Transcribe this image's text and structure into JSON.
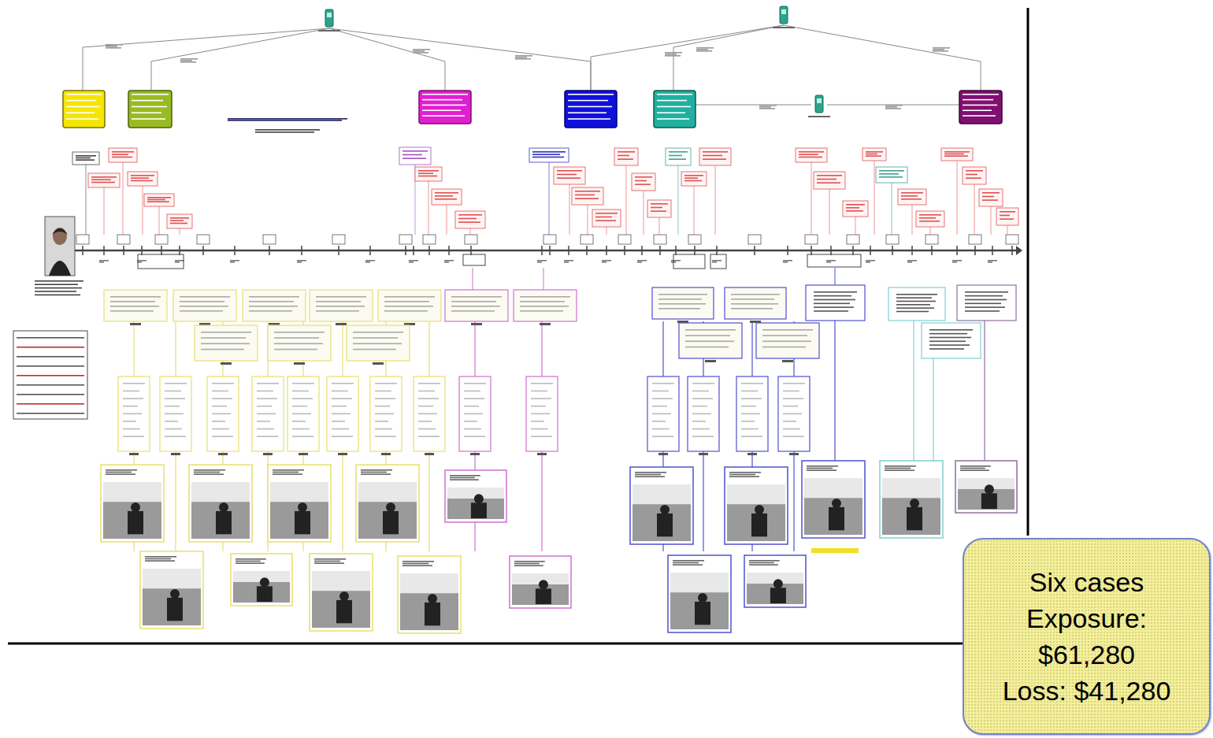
{
  "diagram": {
    "nodes": [
      {
        "text": [
          "Six cases",
          "Exposure:",
          "$61,280",
          "Loss: $41,280"
        ]
      }
    ]
  }
}
